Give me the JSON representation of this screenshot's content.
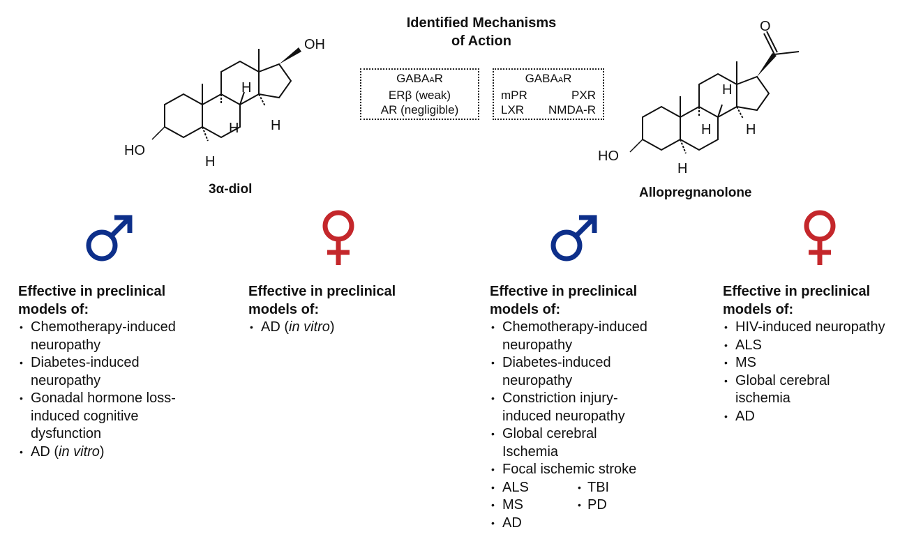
{
  "header": {
    "title_line1": "Identified Mechanisms",
    "title_line2": "of Action"
  },
  "mechanisms": {
    "left": {
      "gaba_base": "GABA",
      "gaba_sub": "A",
      "gaba_suffix": "R",
      "row2": "ERβ (weak)",
      "row3": "AR (negligible)"
    },
    "right": {
      "gaba_base": "GABA",
      "gaba_sub": "A",
      "gaba_suffix": "R",
      "row2_a": "mPR",
      "row2_b": "PXR",
      "row3_a": "LXR",
      "row3_b": "NMDA-R"
    }
  },
  "compounds": {
    "left": {
      "name": "3α-diol",
      "label_oh_top": "OH",
      "label_ho": "HO",
      "h_labels": [
        "H",
        "H",
        "H",
        "H"
      ]
    },
    "right": {
      "name": "Allopregnanolone",
      "label_o": "O",
      "label_ho": "HO",
      "h_labels": [
        "H",
        "H",
        "H",
        "H"
      ]
    }
  },
  "colors": {
    "male": "#0d2f8a",
    "female": "#c4272b"
  },
  "icons": {
    "male": "male-symbol-icon",
    "female": "female-symbol-icon"
  },
  "columns": [
    {
      "heading_line1": "Effective in preclinical",
      "heading_line2": "models of:",
      "items": [
        [
          "Chemotherapy-induced",
          "neuropathy"
        ],
        [
          "Diabetes-induced",
          "neuropathy"
        ],
        [
          "Gonadal hormone loss-",
          "induced cognitive",
          "dysfunction"
        ]
      ],
      "item_ad_prefix": "AD (",
      "item_ad_italic": "in vitro",
      "item_ad_suffix": ")"
    },
    {
      "heading_line1": "Effective in preclinical",
      "heading_line2": "models of:",
      "item_ad_prefix": "AD (",
      "item_ad_italic": "in vitro",
      "item_ad_suffix": ")"
    },
    {
      "heading_line1": "Effective in preclinical",
      "heading_line2": "models of:",
      "items": [
        [
          "Chemotherapy-induced",
          "neuropathy"
        ],
        [
          "Diabetes-induced",
          "neuropathy"
        ],
        [
          "Constriction injury-",
          "induced neuropathy"
        ],
        [
          "Global cerebral",
          "Ischemia"
        ],
        [
          "Focal ischemic stroke"
        ]
      ],
      "pairs": [
        [
          "ALS",
          "TBI"
        ],
        [
          "MS",
          "PD"
        ]
      ],
      "last": "AD"
    },
    {
      "heading_line1": "Effective in preclinical",
      "heading_line2": "models of:",
      "items": [
        [
          "HIV-induced neuropathy"
        ],
        [
          "ALS"
        ],
        [
          "MS"
        ],
        [
          "Global cerebral",
          "ischemia"
        ],
        [
          "AD"
        ]
      ]
    }
  ]
}
